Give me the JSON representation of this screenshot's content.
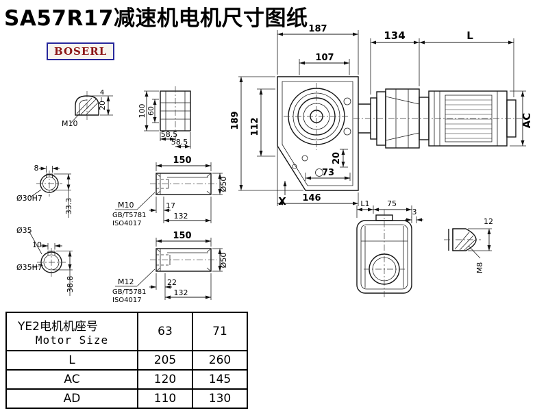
{
  "page": {
    "title": "SA57R17减速机电机尺寸图纸",
    "logo": "BOSERL"
  },
  "drawing": {
    "shaft_end_top": {
      "d4": "4",
      "d20": "20",
      "thread": "M10"
    },
    "flange_top": {
      "d100": "100",
      "d60": "60",
      "d585a": "58.5",
      "d585b": "58.5"
    },
    "main_view": {
      "d187": "187",
      "d107": "107",
      "d189": "189",
      "d112": "112",
      "d20": "20",
      "d73": "73",
      "d146": "146",
      "marker": "X"
    },
    "motor_view": {
      "d134": "134",
      "dL": "L",
      "dAC": "AC"
    },
    "bore_section_1": {
      "d8": "8",
      "bore": "Ø30H7",
      "d333": "33.3"
    },
    "bore_section_2": {
      "d10": "10",
      "od": "Ø35",
      "bore": "Ø35H7",
      "d388": "38.8"
    },
    "output_shaft_1": {
      "d150": "150",
      "thread": "M10",
      "std1": "GB/T5781",
      "std2": "ISO4017",
      "d17": "17",
      "d132": "132",
      "d50": "Ø50"
    },
    "output_shaft_2": {
      "d150": "150",
      "thread": "M12",
      "std1": "GB/T5781",
      "std2": "ISO4017",
      "d22": "22",
      "d132": "132",
      "d50": "Ø50"
    },
    "flange_rear": {
      "dL1": "L1",
      "d75": "75",
      "d3": "3"
    },
    "shaft_end_bottom": {
      "d12": "12",
      "thread": "M8"
    }
  },
  "table": {
    "header": {
      "label_cn": "YE2电机机座号",
      "label_en": "Motor Size",
      "size1": "63",
      "size2": "71"
    },
    "rows": [
      {
        "label": "L",
        "v1": "205",
        "v2": "260"
      },
      {
        "label": "AC",
        "v1": "120",
        "v2": "145"
      },
      {
        "label": "AD",
        "v1": "110",
        "v2": "130"
      }
    ]
  }
}
